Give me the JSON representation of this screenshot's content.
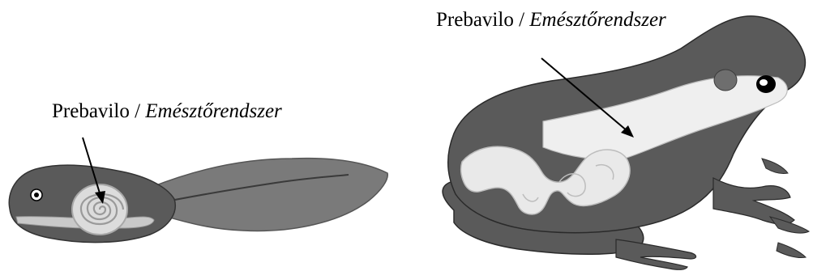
{
  "labels": {
    "tadpole": {
      "slovene": "Prebavilo / ",
      "hungarian": "Emésztőrendszer"
    },
    "frog": {
      "slovene": "Prebavilo / ",
      "hungarian": "Emésztőrendszer"
    }
  },
  "colors": {
    "body": "#5a5a5a",
    "body_dark": "#3c3c3c",
    "tail": "#7a7a7a",
    "gut": "#e6e6e6",
    "gut_outline": "#b8b8b8",
    "throat": "#efefef",
    "background": "#ffffff"
  }
}
